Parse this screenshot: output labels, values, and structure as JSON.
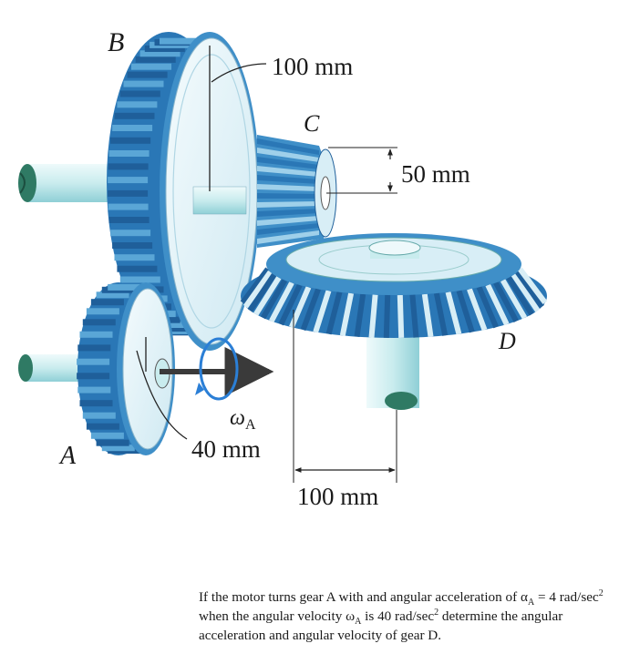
{
  "figure": {
    "gear_labels": {
      "A": "A",
      "B": "B",
      "C": "C",
      "D": "D"
    },
    "dimensions": {
      "b_radius": "100 mm",
      "c_radius": "50 mm",
      "d_radius": "100 mm",
      "a_radius": "40 mm"
    },
    "omega_symbol": "ω",
    "omega_subscript": "A",
    "colors": {
      "gear_blue": "#3f8fc8",
      "gear_dark": "#1f5f9a",
      "gear_light": "#d8eef6",
      "shaft": "#c9ecee",
      "shaft_end": "#2f7a64",
      "arrow": "#3a3a3a",
      "omega_arrow": "#2b7fd6"
    }
  },
  "problem": {
    "line_1_before": "If the motor turns gear A with and angular acceleration of ",
    "alpha_symbol": "α",
    "alpha_sub": "A",
    "alpha_value": " = 4 rad/sec",
    "alpha_exp": "2",
    "line_1_after": "  when the angular velocity ",
    "omega_symbol": "ω",
    "omega_sub": "A",
    "omega_value": " is 40 rad/sec",
    "omega_exp": "2",
    "line_2_after": " determine the angular acceleration and angular velocity of gear D."
  }
}
